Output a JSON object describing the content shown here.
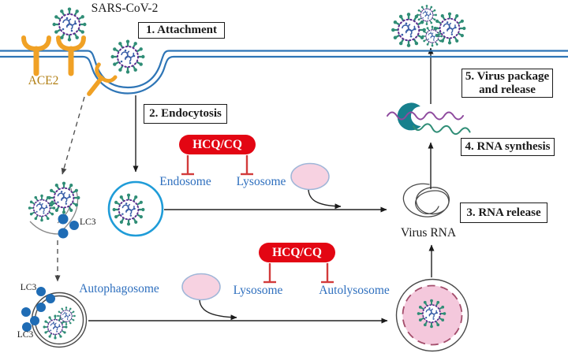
{
  "molecules": {
    "virus_label": "SARS-CoV-2",
    "receptor_label": "ACE2",
    "lc3_label": "LC3",
    "virus_rna_label": "Virus RNA"
  },
  "organelles": {
    "endosome": "Endosome",
    "lysosome": "Lysosome",
    "autolysosome": "Autolysosome",
    "autophagosome": "Autophagosome"
  },
  "drug": {
    "label": "HCQ/CQ"
  },
  "steps": [
    {
      "num": "1",
      "label": "1. Attachment"
    },
    {
      "num": "2",
      "label": "2. Endocytosis"
    },
    {
      "num": "3",
      "label": "3. RNA release"
    },
    {
      "num": "4",
      "label": "4. RNA synthesis"
    },
    {
      "num": "5",
      "label": "5. Virus package and release"
    }
  ],
  "icons": {
    "virus": "virus-icon",
    "receptor": "ace2-receptor-icon",
    "endosome": "endosome-vesicle-icon",
    "lysosome": "lysosome-vesicle-icon",
    "autophagosome": "autophagosome-vesicle-icon",
    "autolysosome": "autolysosome-vesicle-icon",
    "lc3_protein": "lc3-dot-icon",
    "membrane": "cell-membrane",
    "rna_tangle": "virus-rna-tangle-icon",
    "polymerase": "rna-polymerase-icon",
    "rna_strands": "rna-strand-icon",
    "inhibition": "inhibition-tbar-icon"
  },
  "colors": {
    "drug_red": "#e30613",
    "inhibit_red": "#d23b3b",
    "label_blue": "#2e6fbe",
    "spike_teal": "#2f8d76",
    "capsid_purple": "#5b2d8e",
    "rna_blue": "#3a5fa8",
    "ace2_orange": "#f0a125",
    "ace2_label": "#b07d10",
    "membrane_blue": "#2e75b6",
    "endosome_blue": "#1f9cd8",
    "lysosome_pink": "#f7d2e1",
    "autolysosome_pink": "#f4c8dc",
    "autolysosome_maroon": "#a34d6b",
    "rna_strand_purple": "#8e4a9e",
    "lc3_dot_blue": "#1f6cb5",
    "polymerase_teal": "#17808d"
  }
}
